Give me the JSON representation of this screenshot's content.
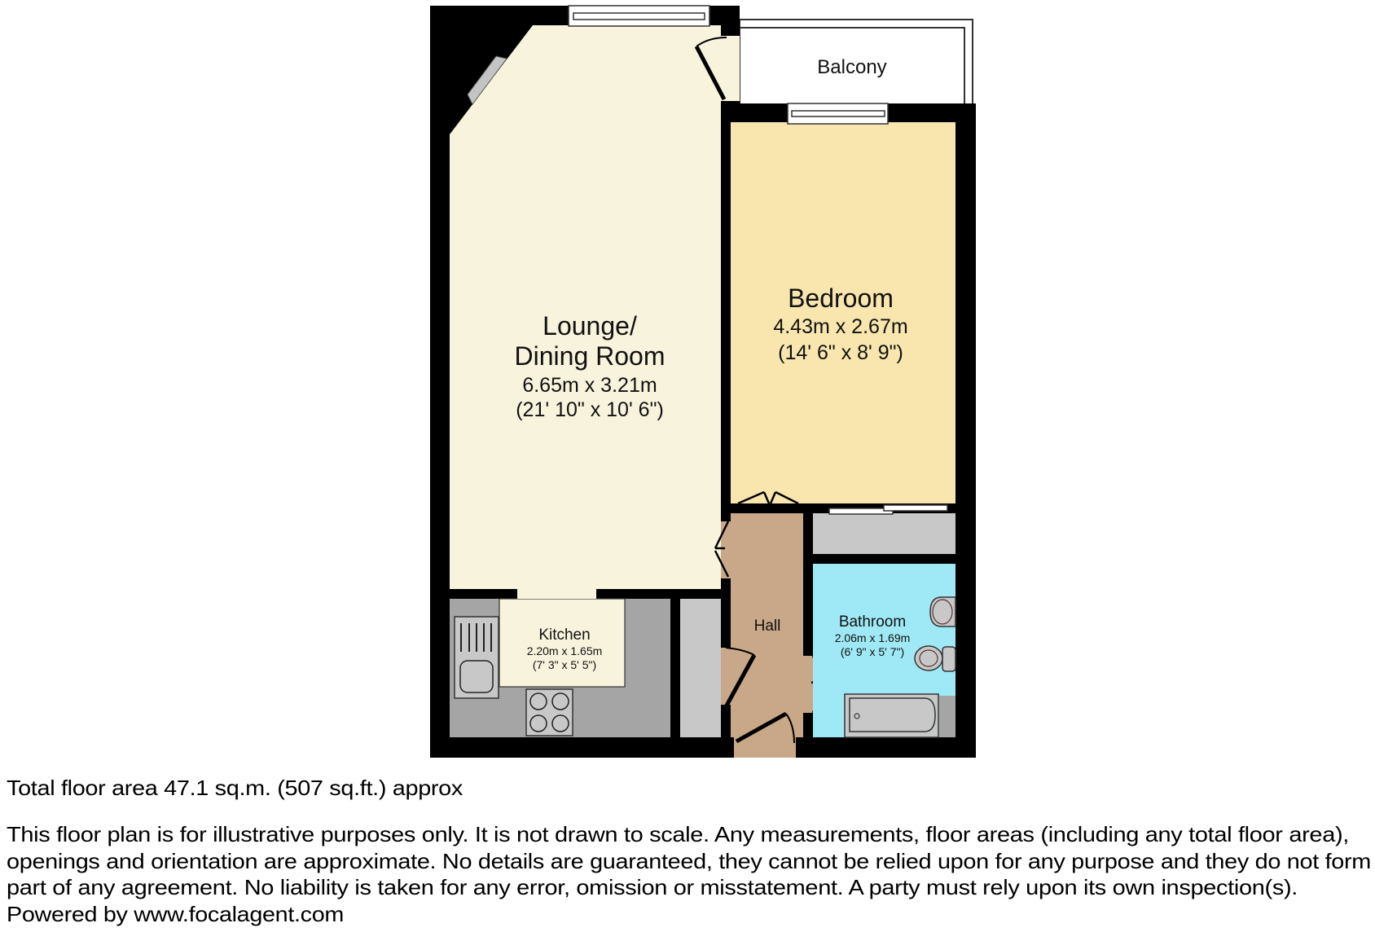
{
  "colors": {
    "wall": "#000000",
    "lounge": "#f8f3dc",
    "bedroom": "#f8e6ae",
    "hall": "#c8a888",
    "bathroom": "#9fe9f6",
    "kitchen_worktop": "#a5a5a5",
    "cupboard": "#c8c8c8",
    "balcony": "#ffffff"
  },
  "rooms": {
    "lounge": {
      "name_line1": "Lounge/",
      "name_line2": "Dining Room",
      "metric": "6.65m x 3.21m",
      "imperial": "(21' 10\" x 10' 6\")"
    },
    "bedroom": {
      "name": "Bedroom",
      "metric": "4.43m x 2.67m",
      "imperial": "(14' 6\" x 8' 9\")"
    },
    "kitchen": {
      "name": "Kitchen",
      "metric": "2.20m x 1.65m",
      "imperial": "(7' 3\" x 5' 5\")"
    },
    "bathroom": {
      "name": "Bathroom",
      "metric": "2.06m x 1.69m",
      "imperial": "(6' 9\" x 5' 7\")"
    },
    "hall": {
      "name": "Hall"
    },
    "balcony": {
      "name": "Balcony"
    }
  },
  "footer": {
    "total_area": "Total floor area 47.1 sq.m. (507 sq.ft.) approx",
    "disclaimer": [
      "This floor plan is for illustrative purposes only. It is not drawn to scale. Any measurements, floor areas (including any total floor area),",
      "openings and orientation are approximate. No details are guaranteed, they cannot be relied upon for any purpose and they do not form",
      "part of any agreement. No liability is taken for any error, omission or misstatement. A party must rely upon its own inspection(s).",
      "Powered by www.focalagent.com"
    ]
  }
}
